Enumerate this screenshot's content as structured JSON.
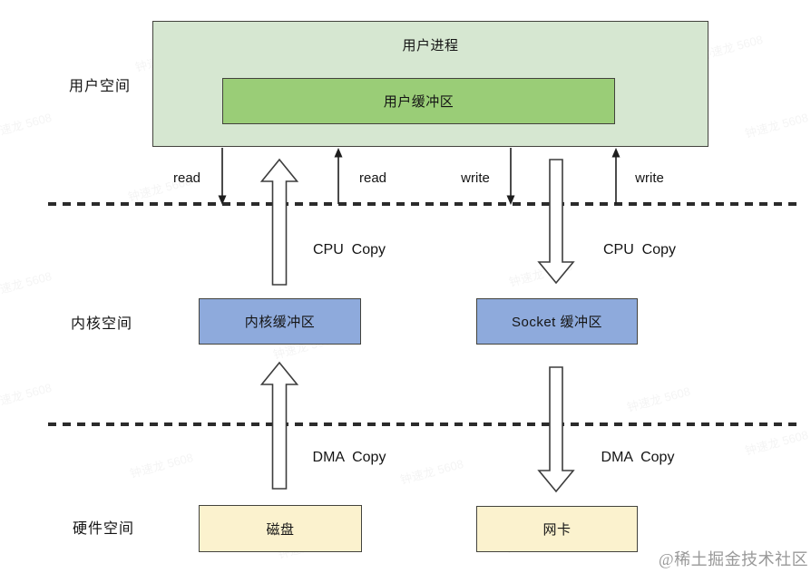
{
  "diagram": {
    "space_labels": {
      "user": "用户空间",
      "kernel": "内核空间",
      "hardware": "硬件空间"
    },
    "boxes": {
      "user_process": {
        "label": "用户进程"
      },
      "user_buffer": {
        "label": "用户缓冲区"
      },
      "kernel_buffer": {
        "label": "内核缓冲区"
      },
      "socket_buffer": {
        "label": "Socket 缓冲区"
      },
      "disk": {
        "label": "磁盘"
      },
      "nic": {
        "label": "网卡"
      }
    },
    "flow_labels": {
      "read_syscall": "read",
      "read_return": "read",
      "write_syscall": "write",
      "write_return": "write",
      "cpu_copy_left": "CPU  Copy",
      "cpu_copy_right": "CPU  Copy",
      "dma_copy_left": "DMA  Copy",
      "dma_copy_right": "DMA  Copy"
    },
    "colors": {
      "user_process_fill": "#d6e7d1",
      "user_buffer_fill": "#9acd77",
      "kernel_buffer_fill": "#8eaadc",
      "hardware_fill": "#fbf2ce",
      "border": "#43433d",
      "dashed_line": "#2b2b2b"
    }
  },
  "watermarks": {
    "diagonal_text": "钟速龙 5608",
    "site_credit": "@稀土掘金技术社区"
  }
}
